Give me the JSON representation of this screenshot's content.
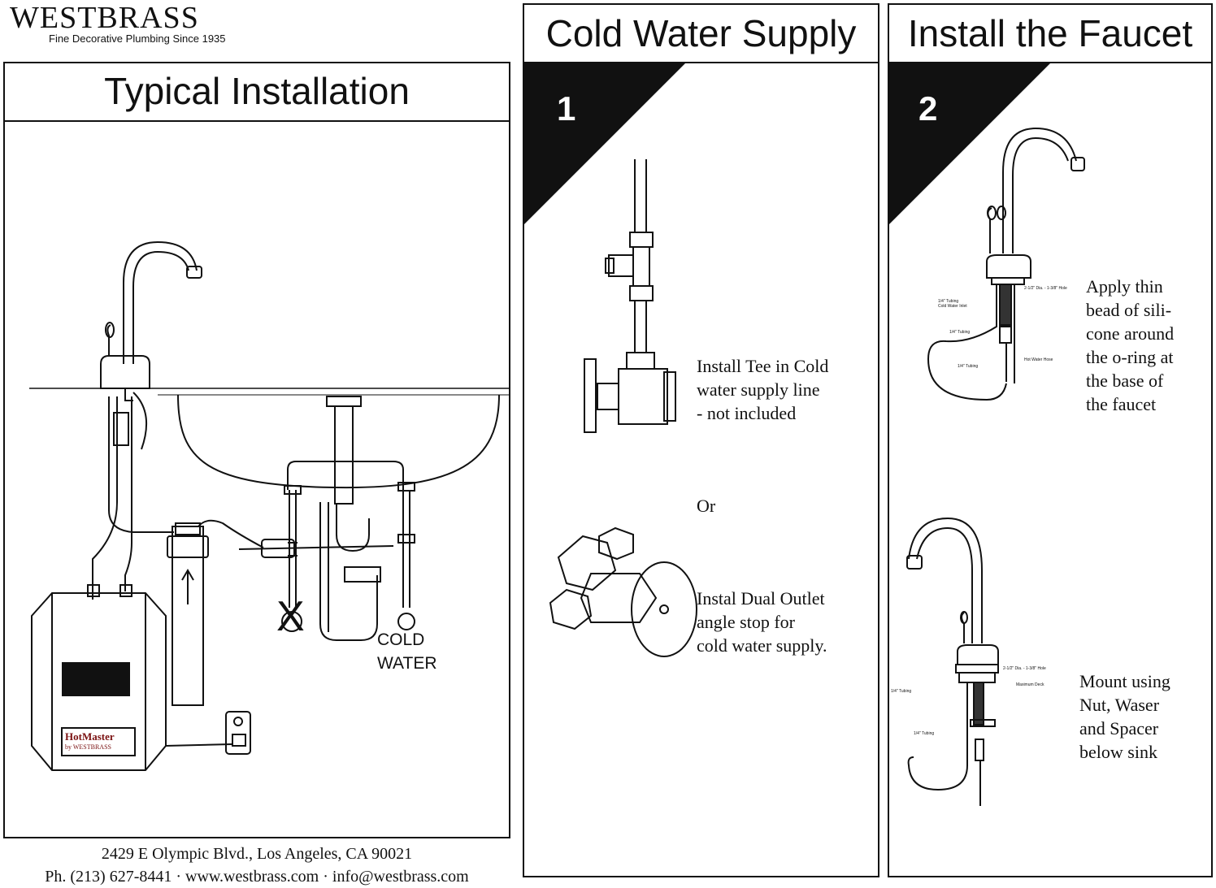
{
  "brand": {
    "name": "WESTBRASS",
    "tagline": "Fine Decorative Plumbing Since 1935"
  },
  "typical": {
    "title": "Typical Installation",
    "cold_water_label_1": "COLD",
    "cold_water_label_2": "WATER",
    "x_mark": "X",
    "heater_label": "HotMaster",
    "heater_sub": "by WESTBRASS"
  },
  "step1": {
    "title": "Cold Water Supply",
    "number": "1",
    "note_tee": [
      "Install Tee in Cold",
      "water supply line",
      "- not included"
    ],
    "or": "Or",
    "note_dual": [
      "Instal Dual Outlet",
      "angle stop for",
      "cold water supply."
    ]
  },
  "step2": {
    "title": "Install the Faucet",
    "number": "2",
    "note_silicone": [
      "Apply thin",
      "bead of sili-",
      "cone around",
      "the o-ring at",
      "the base of",
      "the faucet"
    ],
    "note_mount": [
      "Mount using",
      "Nut, Waser",
      "and Spacer",
      "below sink"
    ]
  },
  "footer": {
    "address": "2429 E Olympic Blvd., Los Angeles, CA  90021",
    "contact": "Ph. (213) 627-8441 · www.westbrass.com · info@westbrass.com"
  }
}
